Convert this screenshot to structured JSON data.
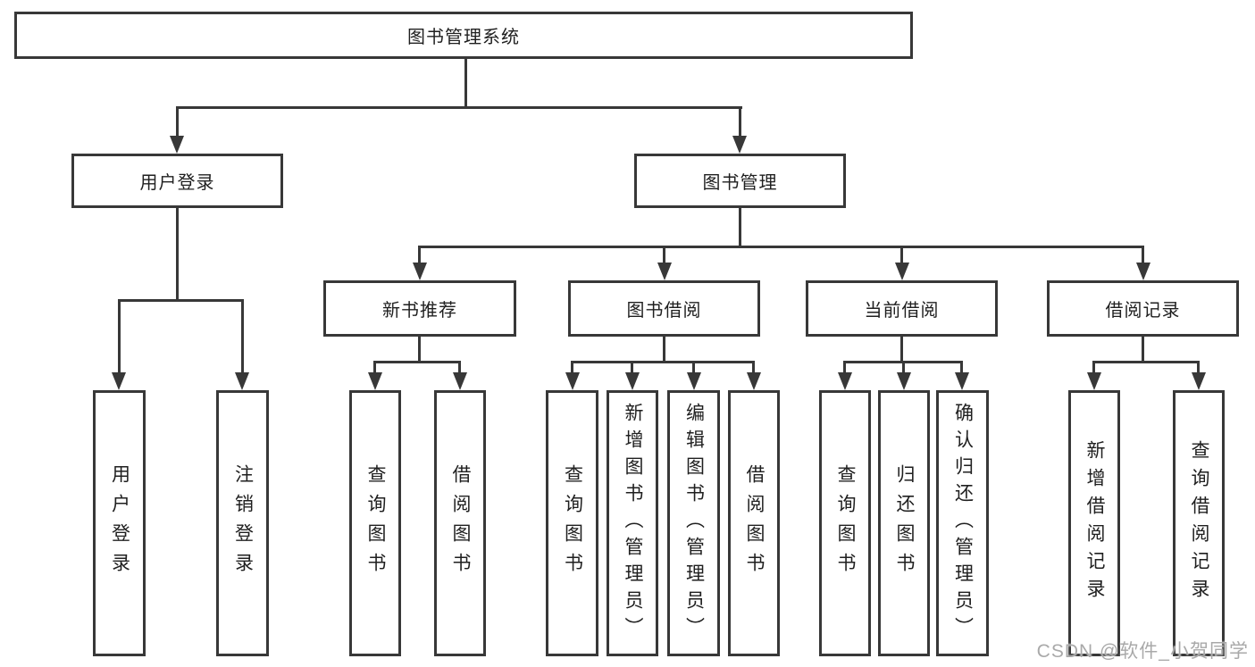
{
  "colors": {
    "line": "#383838",
    "text": "#1f1f1f",
    "watermark": "#a9a9a9",
    "background": "#ffffff"
  },
  "watermark": "CSDN @软件_小贺同学",
  "tree": {
    "root": "图书管理系统",
    "user_login": {
      "label": "用户登录",
      "children": [
        "用户登录",
        "注销登录"
      ]
    },
    "book_management": {
      "label": "图书管理",
      "sections": {
        "new_book_recommend": {
          "label": "新书推荐",
          "children": [
            "查询图书",
            "借阅图书"
          ]
        },
        "book_borrowing": {
          "label": "图书借阅",
          "children": [
            "查询图书",
            "新增图书（管理员）",
            "编辑图书（管理员）",
            "借阅图书"
          ]
        },
        "current_borrowing": {
          "label": "当前借阅",
          "children": [
            "查询图书",
            "归还图书",
            "确认归还（管理员）"
          ]
        },
        "borrowing_records": {
          "label": "借阅记录",
          "children": [
            "新增借阅记录",
            "查询借阅记录"
          ]
        }
      }
    }
  }
}
